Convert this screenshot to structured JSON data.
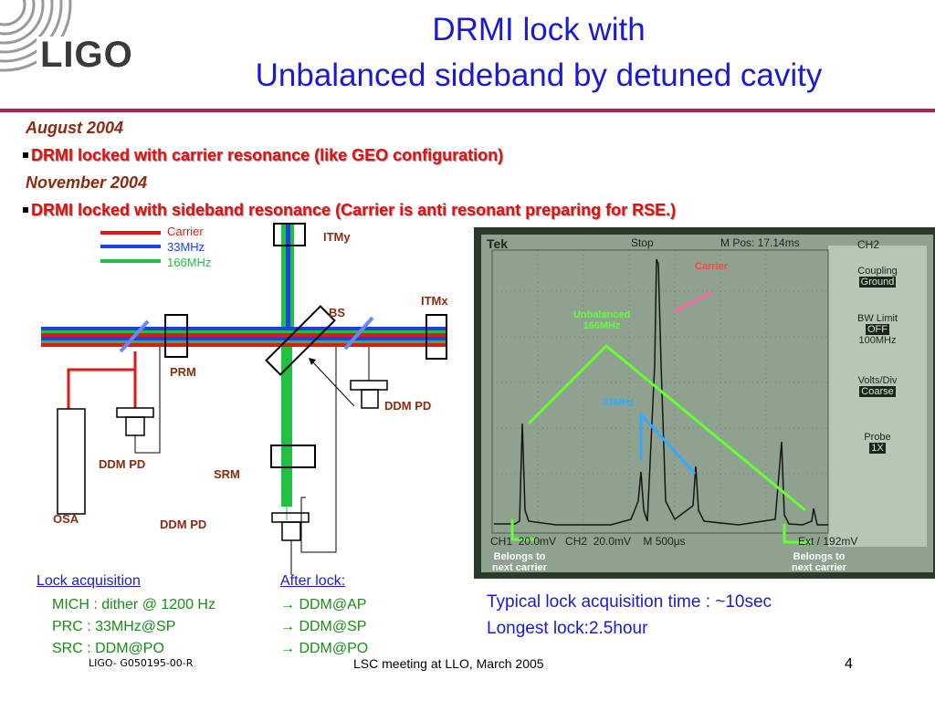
{
  "title": {
    "line1": "DRMI lock with",
    "line2": "Unbalanced sideband by detuned cavity"
  },
  "logo": {
    "text": "LIGO"
  },
  "bullets": {
    "date1": "August 2004",
    "item1": "DRMI locked with carrier resonance (like GEO configuration)",
    "date2": "November 2004",
    "item2": "DRMI locked with sideband resonance (Carrier is anti resonant preparing for RSE.)"
  },
  "legend": [
    {
      "label": "Carrier",
      "color": "#e01818"
    },
    {
      "label": "33MHz",
      "color": "#1a44e0"
    },
    {
      "label": "166MHz",
      "color": "#22c040"
    }
  ],
  "diagram_labels": {
    "itmy": "ITMy",
    "itmx": "ITMx",
    "bs": "BS",
    "prm": "PRM",
    "srm": "SRM",
    "osa": "OSA",
    "ddm_pd_right": "DDM PD",
    "ddm_pd_left": "DDM PD",
    "ddm_pd_bottom": "DDM PD"
  },
  "lock": {
    "acq_header": "Lock acquisition",
    "after_header": "After lock:",
    "rows": [
      {
        "left": "MICH : dither @ 1200 Hz",
        "right": "→ DDM@AP"
      },
      {
        "left": "PRC : 33MHz@SP",
        "right": "→ DDM@SP"
      },
      {
        "left": "SRC : DDM@PO",
        "right": "→ DDM@PO"
      }
    ]
  },
  "scope": {
    "brand": "Tek",
    "run_state": "Stop",
    "mpos": "M Pos: 17.14ms",
    "channel": "CH2",
    "menu": [
      {
        "label": "Coupling",
        "value": "Ground"
      },
      {
        "label": "BW Limit",
        "value": "OFF",
        "extra": "100MHz"
      },
      {
        "label": "Volts/Div",
        "value": "Coarse"
      },
      {
        "label": "Probe",
        "value": "1X"
      }
    ],
    "bottom_readout": "CH1  20.0mV   CH2  20.0mV    M 500μs",
    "ext_readout": "Ext / 192mV",
    "annotations": {
      "carrier": "Carrier",
      "unbalanced": "Unbalanced\n166MHz",
      "mhz33": "33MHz",
      "belongs_left": "Belongs to\nnext carrier",
      "belongs_right": "Belongs to\nnext carrier"
    }
  },
  "summary": {
    "line1": "Typical lock acquisition time : ~10sec",
    "line2": "Longest lock:2.5hour"
  },
  "footer": {
    "doc_id": "LIGO- G050195-00-R",
    "meeting": "LSC meeting at LLO, March 2005",
    "page": "4"
  },
  "colors": {
    "title": "#1a1ad6",
    "rule": "#a52a55",
    "bullet_red": "#e01010",
    "date_brown": "#8b2b10"
  }
}
